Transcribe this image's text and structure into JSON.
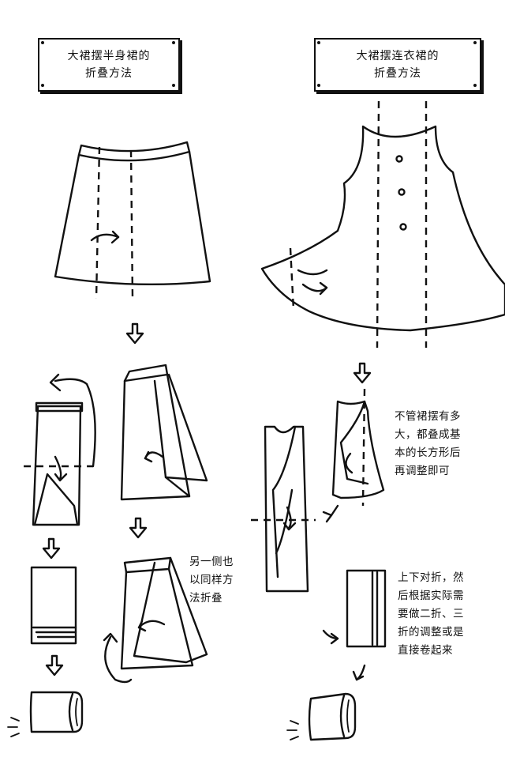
{
  "left_panel": {
    "title_line1": "大裙摆半身裙的",
    "title_line2": "折叠方法"
  },
  "right_panel": {
    "title_line1": "大裙摆连衣裙的",
    "title_line2": "折叠方法"
  },
  "notes": {
    "left_step": [
      "另一侧也",
      "以同样方",
      "法折叠"
    ],
    "right_step1": [
      "不管裙摆有多",
      "大，都叠成基",
      "本的长方形后",
      "再调整即可"
    ],
    "right_step2": [
      "上下对折，然",
      "后根据实际需",
      "要做二折、三",
      "折的调整或是",
      "直接卷起来"
    ]
  }
}
